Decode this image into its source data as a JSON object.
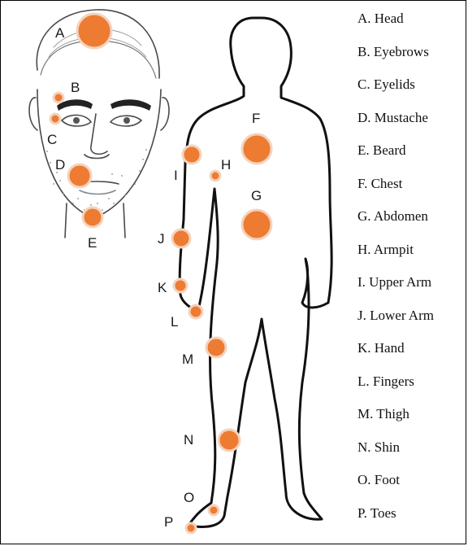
{
  "colors": {
    "marker_fill": "#ee7b32",
    "marker_ring": "#f3d3bd",
    "outline": "#111111",
    "face_line": "#4a4a4a"
  },
  "markers": [
    {
      "letter": "A"
    },
    {
      "letter": "B"
    },
    {
      "letter": "C"
    },
    {
      "letter": "D"
    },
    {
      "letter": "E"
    },
    {
      "letter": "F"
    },
    {
      "letter": "G"
    },
    {
      "letter": "H"
    },
    {
      "letter": "I"
    },
    {
      "letter": "J"
    },
    {
      "letter": "K"
    },
    {
      "letter": "L"
    },
    {
      "letter": "M"
    },
    {
      "letter": "N"
    },
    {
      "letter": "O"
    },
    {
      "letter": "P"
    }
  ],
  "legend": [
    "A. Head",
    "B. Eyebrows",
    "C. Eyelids",
    "D. Mustache",
    "E. Beard",
    "F. Chest",
    "G. Abdomen",
    "H. Armpit",
    "I. Upper Arm",
    "J. Lower Arm",
    "K. Hand",
    "L. Fingers",
    "M. Thigh",
    "N. Shin",
    "O. Foot",
    "P. Toes"
  ]
}
